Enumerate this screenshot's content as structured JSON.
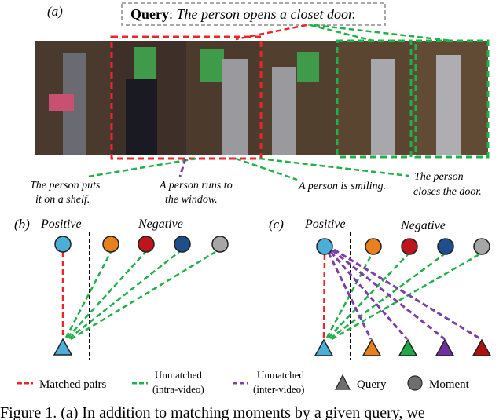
{
  "panel_labels": {
    "a": "(a)",
    "b": "(b)",
    "c": "(c)"
  },
  "query": {
    "label": "Query",
    "separator": ":",
    "text": "The person opens a closet door."
  },
  "captions_a": {
    "shelf": [
      "The person puts",
      "it on a shelf."
    ],
    "window": [
      "A person runs to",
      "the window."
    ],
    "smiling": [
      "A person is smiling."
    ],
    "closes": [
      "The person",
      "closes the door."
    ]
  },
  "panel_b": {
    "positive": "Positive",
    "negative": "Negative"
  },
  "panel_c": {
    "positive": "Positive",
    "negative": "Negative"
  },
  "legend": {
    "matched": "Matched pairs",
    "intra": [
      "Unmatched",
      "(intra-video)"
    ],
    "inter": [
      "Unmatched",
      "(inter-video)"
    ],
    "query": "Query",
    "moment": "Moment"
  },
  "figure_caption": "Figure 1. (a) In addition to matching moments by a given query, we",
  "colors": {
    "matched": "#e8262b",
    "intra": "#22b04a",
    "inter": "#7b3fa6",
    "node_blue": "#4aaed8",
    "node_orange": "#e8801e",
    "node_red": "#c0141c",
    "node_navy": "#1f4e8c",
    "node_gray": "#a6a6a6",
    "node_green": "#1ea84a",
    "node_purple": "#7030a0",
    "node_darkred": "#b01010"
  }
}
